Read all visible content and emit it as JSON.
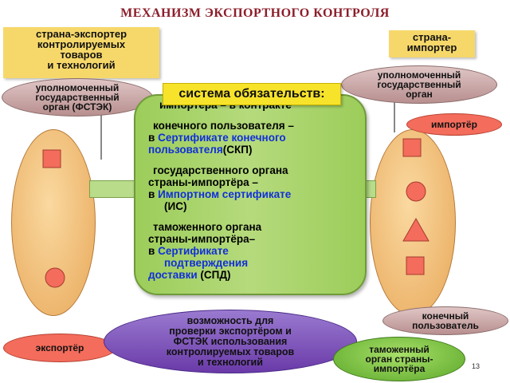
{
  "title": "МЕХАНИЗМ ЭКСПОРТНОГО КОНТРОЛЯ",
  "exporter_box": [
    "страна-экспортер",
    "контролируемых",
    "товаров",
    "и технологий"
  ],
  "importer_box": [
    "страна-",
    "импортер"
  ],
  "fstek_cloud": [
    "уполномоченный",
    "государственный",
    "орган (ФСТЭК)"
  ],
  "importer_authority_cloud": [
    "уполномоченный",
    "государственный",
    "орган"
  ],
  "system_label": "система обязательств:",
  "obligations": {
    "item1": {
      "bullet": "",
      "text_cut": "импортёра – в контракте"
    },
    "item2": {
      "bullet": "",
      "subject": "конечного пользователя –",
      "prep": "в",
      "doc": "Сертификате конечного пользователя",
      "abbr": "(СКП)"
    },
    "item3": {
      "bullet": "",
      "subject_line1": "государственного органа",
      "subject_line2": "страны-импортёра –",
      "prep": "в",
      "doc": "Импортном сертификате",
      "abbr": "(ИС)"
    },
    "item4": {
      "bullet": "",
      "subject_line1": "таможенного органа",
      "subject_line2": "страны-импортёра–",
      "prep": "в",
      "doc_line1": "Сертификате",
      "doc_line2": "подтверждения",
      "doc_line3": "доставки",
      "abbr": "(СПД)"
    }
  },
  "importer_label": "импортёр",
  "exporter_label": "экспортёр",
  "end_user_label": [
    "конечный",
    "пользователь"
  ],
  "customs_label": [
    "таможенный",
    "орган страны-",
    "импортёра"
  ],
  "purple_cloud": [
    "возможность для",
    "проверки экспортёром и",
    "ФСТЭК использования",
    "контролируемых товаров",
    "и технологий"
  ],
  "page_number": "13",
  "colors": {
    "title": "#8b1e2a",
    "highlight_blue": "#1030d8",
    "box_yellow": "#f6d86a",
    "center_green": "#9ccd5a"
  }
}
